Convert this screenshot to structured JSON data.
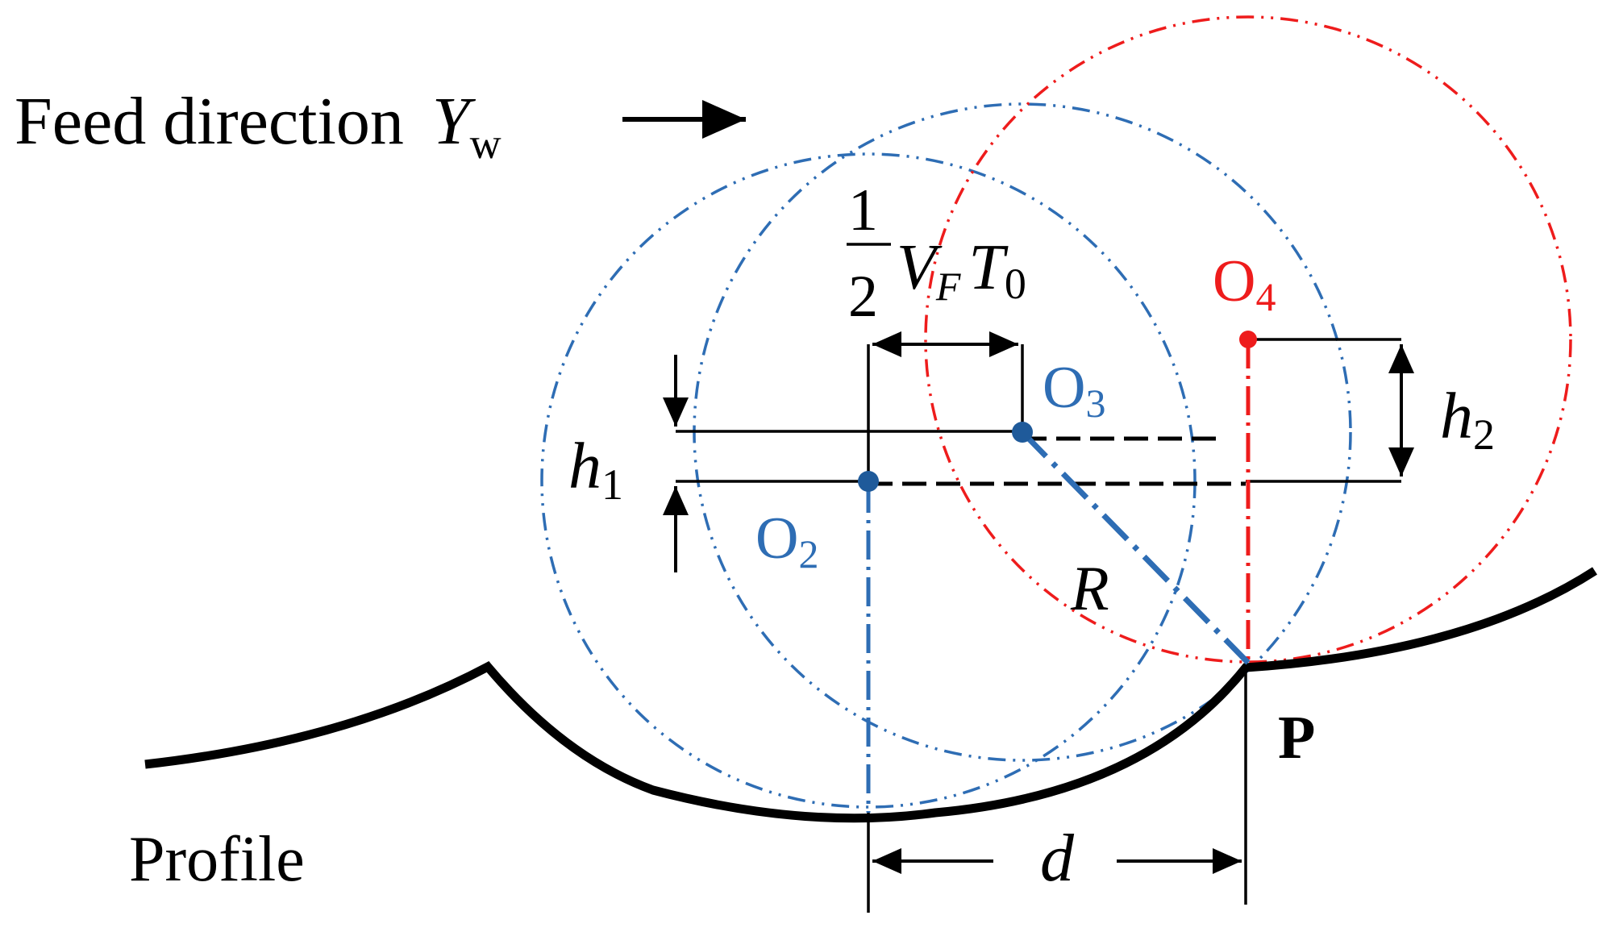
{
  "title": {
    "feed_text": "Feed direction",
    "feed_symbol": "Y",
    "feed_subscript": "w"
  },
  "labels": {
    "fraction_numerator": "1",
    "fraction_denominator": "2",
    "vf": "V",
    "vf_sub": "F",
    "t0": "T",
    "t0_sub": "0",
    "o2": "O",
    "o2_sub": "2",
    "o3": "O",
    "o3_sub": "3",
    "o4": "O",
    "o4_sub": "4",
    "h1": "h",
    "h1_sub": "1",
    "h2": "h",
    "h2_sub": "2",
    "r": "R",
    "p": "P",
    "d": "d",
    "profile": "Profile"
  },
  "colors": {
    "blue": "#2e6db4",
    "red": "#ee1c1c",
    "black": "#000000",
    "point_blue": "#1f5a9a",
    "o4_text": "#ee1c1c",
    "o_text": "#2e6db4"
  }
}
